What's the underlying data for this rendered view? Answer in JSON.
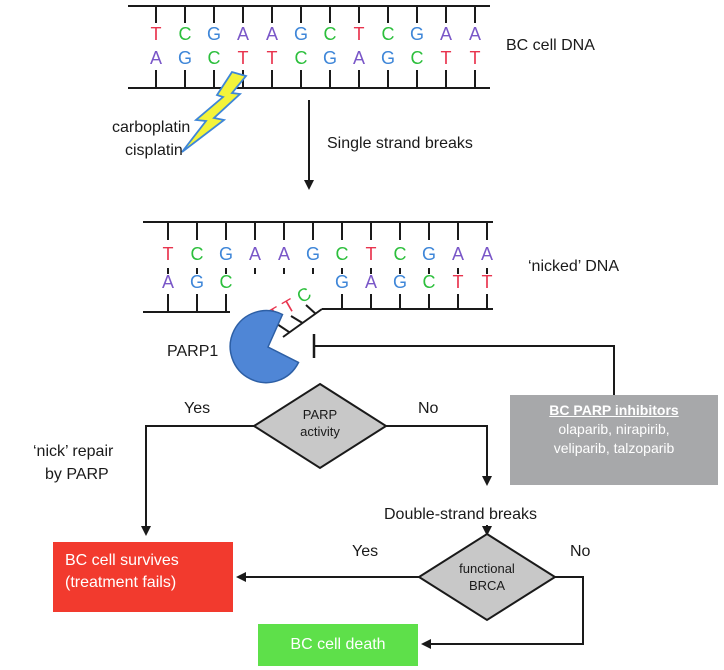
{
  "dna_top": {
    "strand1": [
      "T",
      "C",
      "G",
      "A",
      "A",
      "G",
      "C",
      "T",
      "C",
      "G",
      "A",
      "A"
    ],
    "strand2": [
      "A",
      "G",
      "C",
      "T",
      "T",
      "C",
      "G",
      "A",
      "G",
      "C",
      "T",
      "T"
    ],
    "label": "BC cell DNA"
  },
  "dna_nicked": {
    "strand1": [
      "T",
      "C",
      "G",
      "A",
      "A",
      "G",
      "C",
      "T",
      "C",
      "G",
      "A",
      "A"
    ],
    "strand2_left": [
      "A",
      "G",
      "C"
    ],
    "strand2_right": [
      "G",
      "A",
      "G",
      "C",
      "T",
      "T"
    ],
    "flap": [
      "T",
      "T",
      "C"
    ],
    "label": "‘nicked’ DNA"
  },
  "drug": {
    "line1": "carboplatin",
    "line2": "cisplatin"
  },
  "step_single": "Single strand breaks",
  "parp1_label": "PARP1",
  "decision_parp": {
    "line1": "PARP",
    "line2": "activity",
    "yes": "Yes",
    "no": "No"
  },
  "repair": {
    "line1": "‘nick’ repair",
    "line2": "by PARP"
  },
  "inhibitors": {
    "title": "BC PARP inhibitors",
    "line1": "olaparib, nirapirib,",
    "line2": "veliparib, talzoparib"
  },
  "step_double": "Double-strand breaks",
  "decision_brca": {
    "line1": "functional",
    "line2": "BRCA",
    "yes": "Yes",
    "no": "No"
  },
  "outcome_survive": {
    "line1": "BC cell survives",
    "line2": "(treatment fails)"
  },
  "outcome_death": "BC cell death",
  "colors": {
    "A": "#7a57c8",
    "T": "#e8344e",
    "G": "#3e86d8",
    "C": "#2cbf3c",
    "red_box": "#f23a2e",
    "green_box": "#5ee04a",
    "gray_box": "#a7a8aa",
    "diamond": "#c8c8c8",
    "parp": "#4f86d6",
    "bolt": "#f3f33a"
  }
}
